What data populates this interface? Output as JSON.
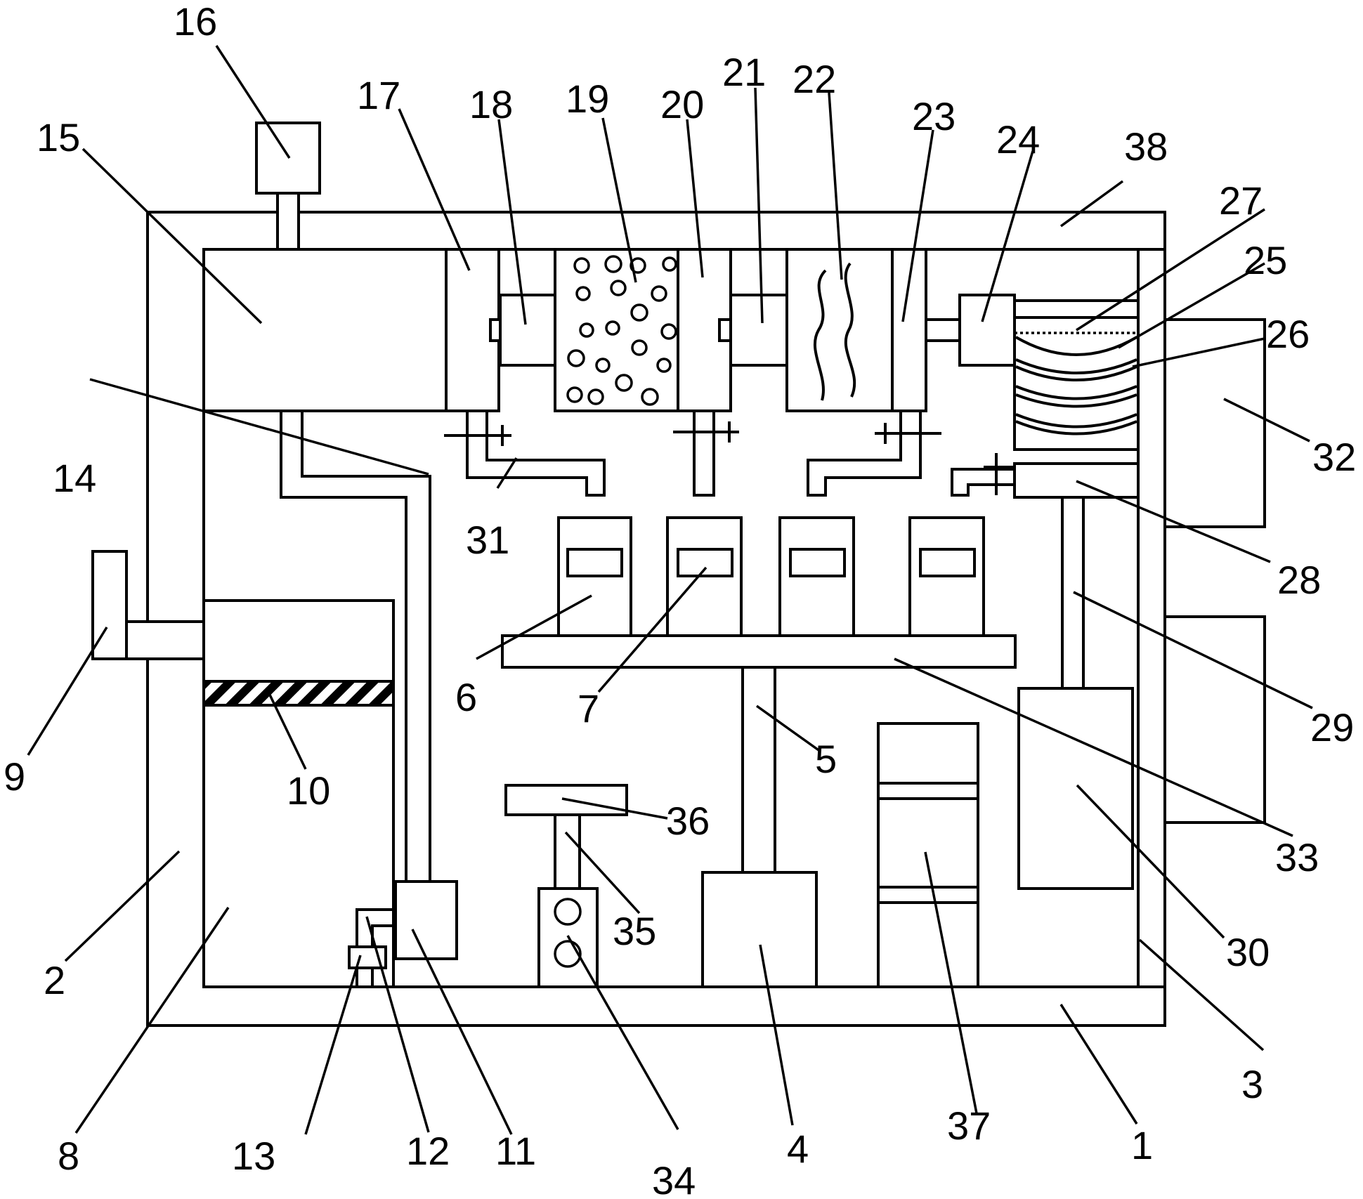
{
  "labels": {
    "n1": "1",
    "n2": "2",
    "n3": "3",
    "n4": "4",
    "n5": "5",
    "n6": "6",
    "n7": "7",
    "n8": "8",
    "n9": "9",
    "n10": "10",
    "n11": "11",
    "n12": "12",
    "n13": "13",
    "n14": "14",
    "n15": "15",
    "n16": "16",
    "n17": "17",
    "n18": "18",
    "n19": "19",
    "n20": "20",
    "n21": "21",
    "n22": "22",
    "n23": "23",
    "n24": "24",
    "n25": "25",
    "n26": "26",
    "n27": "27",
    "n28": "28",
    "n29": "29",
    "n30": "30",
    "n31": "31",
    "n32": "32",
    "n33": "33",
    "n34": "34",
    "n35": "35",
    "n36": "36",
    "n37": "37",
    "n38": "38"
  }
}
